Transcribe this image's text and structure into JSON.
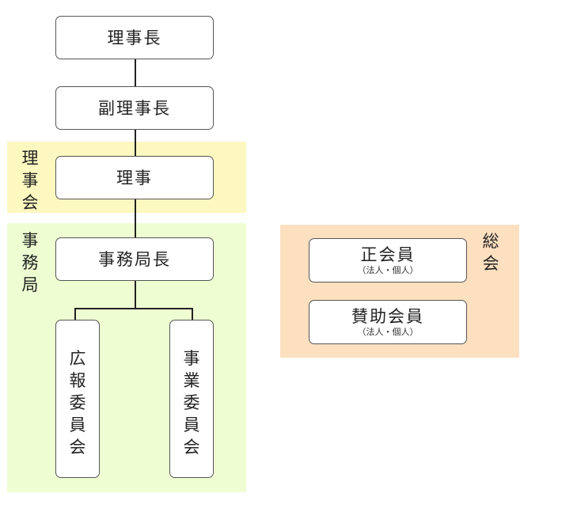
{
  "colors": {
    "board_bg": "#fcf8c0",
    "secretariat_bg": "#eefed2",
    "general_bg": "#fde0c0"
  },
  "regions": {
    "board": "理事会",
    "secretariat": "事務局",
    "general_assembly": "総会"
  },
  "nodes": {
    "chairman": "理事長",
    "vice_chairman": "副理事長",
    "director": "理事",
    "secretary_general": "事務局長",
    "pr_committee": "広報委員会",
    "project_committee": "事業委員会",
    "regular_member": {
      "title": "正会員",
      "note": "（法人・個人）"
    },
    "supporting_member": {
      "title": "賛助会員",
      "note": "（法人・個人）"
    }
  }
}
